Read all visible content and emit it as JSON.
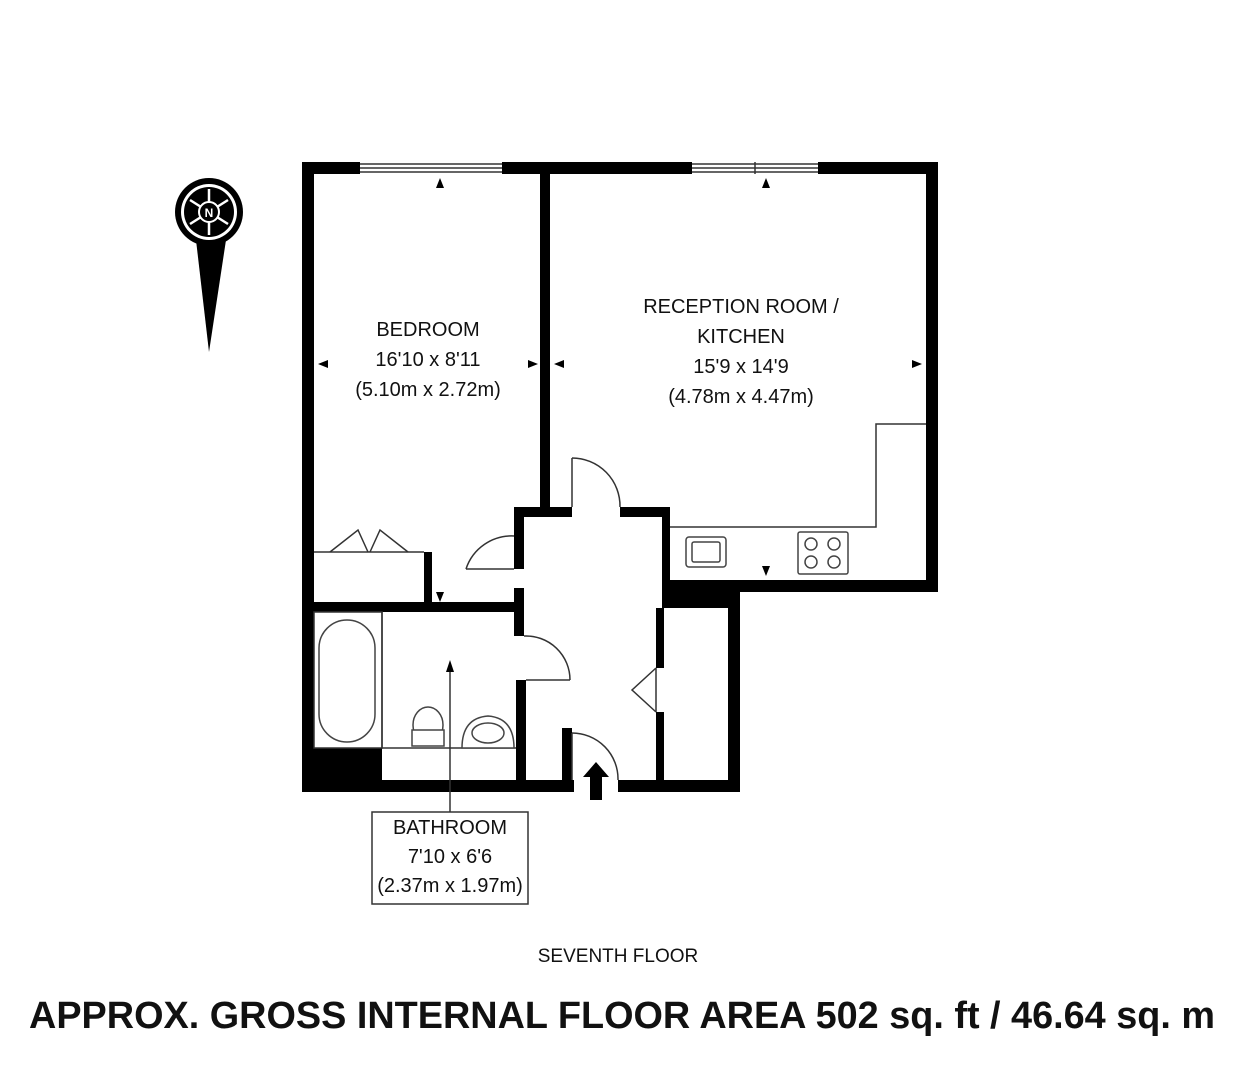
{
  "rooms": {
    "bedroom": {
      "name": "BEDROOM",
      "imperial": "16'10 x 8'11",
      "metric": "(5.10m x 2.72m)"
    },
    "reception": {
      "name_line1": "RECEPTION ROOM /",
      "name_line2": "KITCHEN",
      "imperial": "15'9 x 14'9",
      "metric": "(4.78m x 4.47m)"
    },
    "bathroom": {
      "name": "BATHROOM",
      "imperial": "7'10 x 6'6",
      "metric": "(2.37m x 1.97m)"
    }
  },
  "floor_name": "SEVENTH FLOOR",
  "area_text": "APPROX. GROSS INTERNAL FLOOR AREA 502 sq. ft / 46.64 sq. m",
  "compass": {
    "letter": "N",
    "icon": "compass-north-icon"
  },
  "colors": {
    "walls": "#000000",
    "background": "#ffffff",
    "lines": "#333333"
  }
}
